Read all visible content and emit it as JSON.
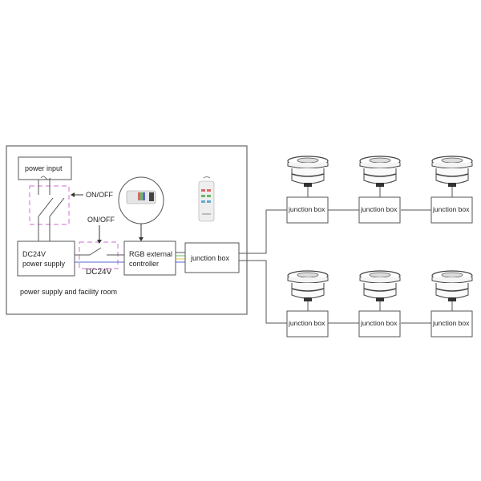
{
  "room": {
    "caption": "power supply and facility room",
    "power_input": "power input",
    "switch_label_1": "ON/OFF",
    "switch_label_2": "ON/OFF",
    "power_supply": [
      "DC24V",
      "power supply"
    ],
    "voltage_label": "DC24V",
    "controller": [
      "RGB external",
      "controller"
    ],
    "junction_box": "junction box"
  },
  "fixtures": {
    "row1": [
      "junction box",
      "junction box",
      "junction box"
    ],
    "row2": [
      "junction box",
      "junction box",
      "junction box"
    ]
  },
  "colors": {
    "line": "#555555",
    "switch_dashed": "#d78ad7",
    "wire_blue": "#5566cc",
    "wire_green": "#66bb66",
    "wire_yellow": "#d8c84a"
  }
}
